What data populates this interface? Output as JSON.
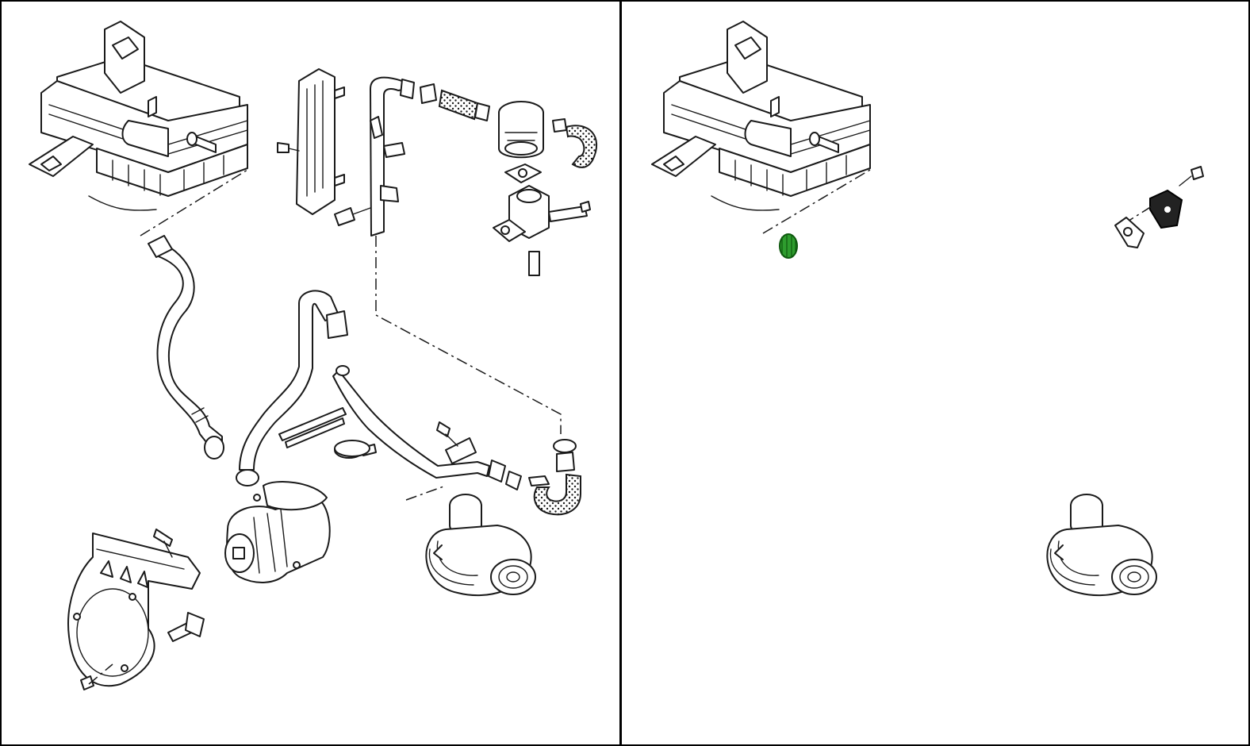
{
  "colors": {
    "background": "#ffffff",
    "line": "#1a1a1a",
    "highlight_fill": "#2e9d2e",
    "highlight_dark": "#0f5a0f",
    "gasket_fill": "#222222"
  },
  "panels": [
    {
      "id": "full-assembly",
      "highlighted_parts": []
    },
    {
      "id": "partial-assembly",
      "highlighted_parts": [
        "hose-end-cap"
      ]
    }
  ],
  "icons": {
    "highlighted_part": "green-cap-icon",
    "gasket": "black-gasket-icon"
  }
}
